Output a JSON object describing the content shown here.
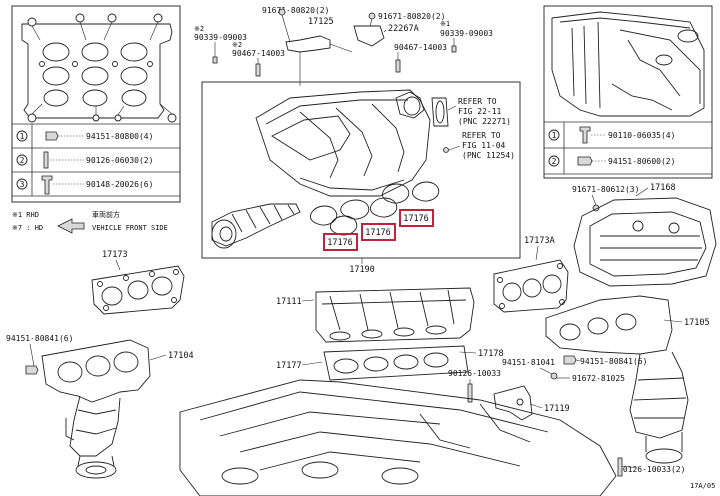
{
  "labels": {
    "p91671_80820_top": "91671-80820(2)",
    "p17125": "17125",
    "p91671_80820_right": "91671-80820(2)",
    "p22267a": "22267A",
    "p90339_09003_left": "90339-09003",
    "p90467_14003_left": "90467-14003",
    "p90339_09003_right": "90339-09003",
    "p90467_14003_right": "90467-14003",
    "mark_s2_a": "※2",
    "mark_s2_b": "※2",
    "mark_s1": "※1",
    "refer1_line1": "REFER TO",
    "refer1_line2": "FIG 22-11",
    "refer1_line3": "(PNC 22271)",
    "refer2_line1": "REFER TO",
    "refer2_line2": "FIG 11-04",
    "refer2_line3": "(PNC 11254)",
    "p17176_a": "17176",
    "p17176_b": "17176",
    "p17176_c": "17176",
    "p17190": "17190",
    "p17173": "17173",
    "p17173a": "17173A",
    "p17168": "17168",
    "p91671_80612": "91671-80612(3)",
    "p94151_80841_left": "94151-80841(6)",
    "p17104": "17104",
    "p17111": "17111",
    "p17177": "17177",
    "p17178": "17178",
    "p90126_10033_mid": "90126-10033",
    "p94151_81041": "94151-81041",
    "p94151_80841_right": "94151-80841(6)",
    "p91672_81025": "91672-81025",
    "p17119": "17119",
    "p17105": "17105",
    "p90126_10033_bottom": "90126-10033(2)",
    "legend_rhd": "※1 RHD",
    "legend_hd": "※7 : HD",
    "front_side_jp": "車両前方",
    "front_side": "VEHICLE FRONT SIDE",
    "figure_code": "17A/05"
  },
  "left_table": [
    {
      "num": "1",
      "part": "94151-80800(4)"
    },
    {
      "num": "2",
      "part": "90126-06030(2)"
    },
    {
      "num": "3",
      "part": "90148-20026(6)"
    }
  ],
  "right_table": [
    {
      "num": "1",
      "part": "90110-06035(4)"
    },
    {
      "num": "2",
      "part": "94151-80600(2)"
    }
  ],
  "colors": {
    "highlight": "#c0223b",
    "line": "#222222",
    "shade": "#d9d9d9"
  }
}
